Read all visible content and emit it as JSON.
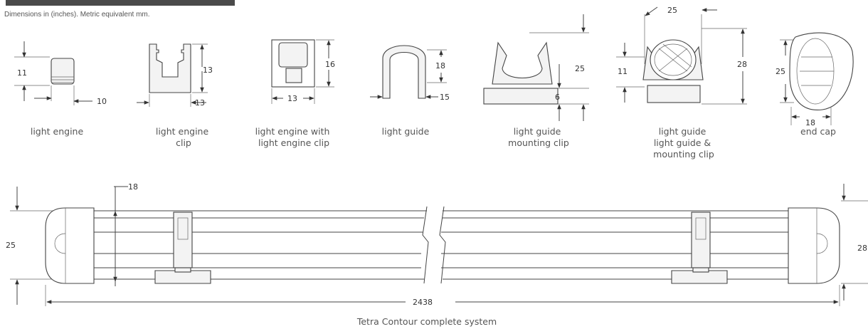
{
  "header": {
    "title_fragment": "",
    "subtitle": "Dimensions in (inches). Metric equivalent mm."
  },
  "parts": [
    {
      "caption": [
        "light engine"
      ],
      "dims": [
        "11",
        "10"
      ]
    },
    {
      "caption": [
        "light engine",
        "clip"
      ],
      "dims": [
        "13",
        "13"
      ]
    },
    {
      "caption": [
        "light engine with",
        "light engine clip"
      ],
      "dims": [
        "16",
        "13"
      ]
    },
    {
      "caption": [
        "light guide"
      ],
      "dims": [
        "18",
        "15"
      ]
    },
    {
      "caption": [
        "light guide",
        "mounting clip"
      ],
      "dims": [
        "25",
        "6"
      ]
    },
    {
      "caption": [
        "light guide",
        "light guide &",
        "mounting clip"
      ],
      "dims": [
        "25",
        "11",
        "28"
      ]
    },
    {
      "caption": [
        "end cap"
      ],
      "dims": [
        "25",
        "18"
      ]
    }
  ],
  "system": {
    "caption": "Tetra Contour complete system",
    "dims": {
      "inner_height": "18",
      "outer_height": "25",
      "length": "2438",
      "right_height": "28"
    }
  }
}
